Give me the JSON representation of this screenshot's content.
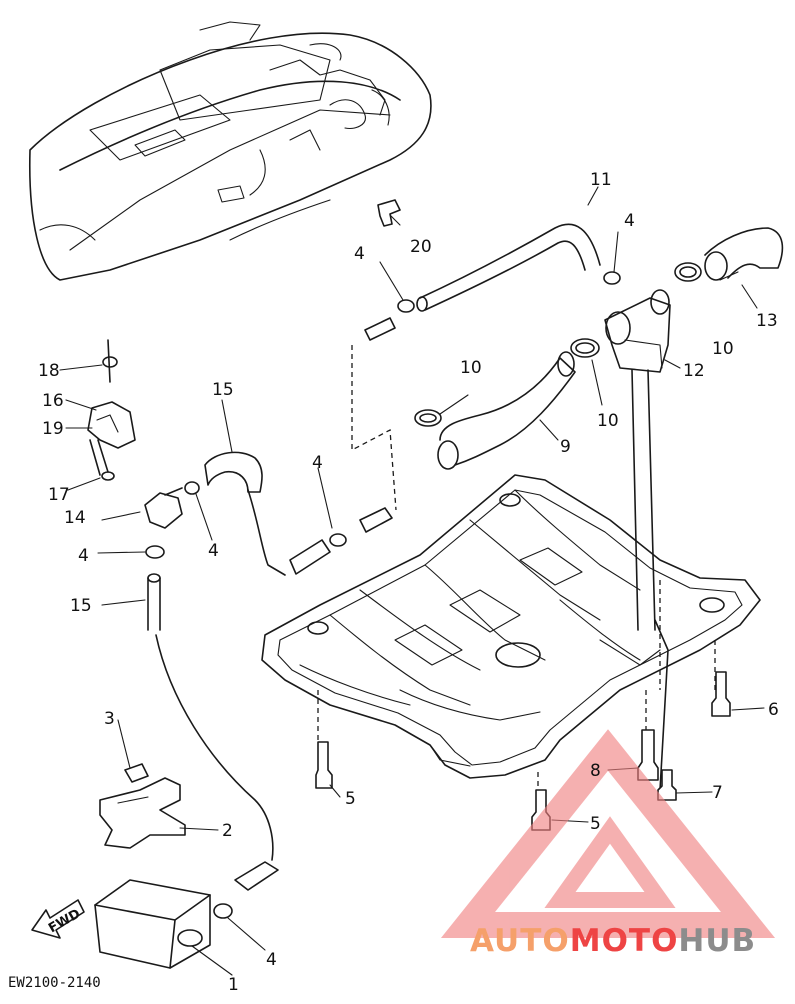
{
  "diagram": {
    "code": "EW2100-2140",
    "fwd_label": "FWD",
    "callouts": {
      "c1": "1",
      "c2": "2",
      "c3": "3",
      "c4a": "4",
      "c4b": "4",
      "c4c": "4",
      "c4d": "4",
      "c4e": "4",
      "c4f": "4",
      "c5a": "5",
      "c5b": "5",
      "c6": "6",
      "c7": "7",
      "c8": "8",
      "c9": "9",
      "c10a": "10",
      "c10b": "10",
      "c10c": "10",
      "c11": "11",
      "c12": "12",
      "c13": "13",
      "c14": "14",
      "c15a": "15",
      "c15b": "15",
      "c16": "16",
      "c17": "17",
      "c18": "18",
      "c19": "19",
      "c20": "20"
    }
  },
  "watermark": {
    "part1": "AUTO",
    "part2": "MOTO",
    "part3": "HUB",
    "colors": {
      "orange": "#f5a06a",
      "red": "#ee4444",
      "gray": "#8c8c8c",
      "triangle": "#f08080"
    }
  }
}
